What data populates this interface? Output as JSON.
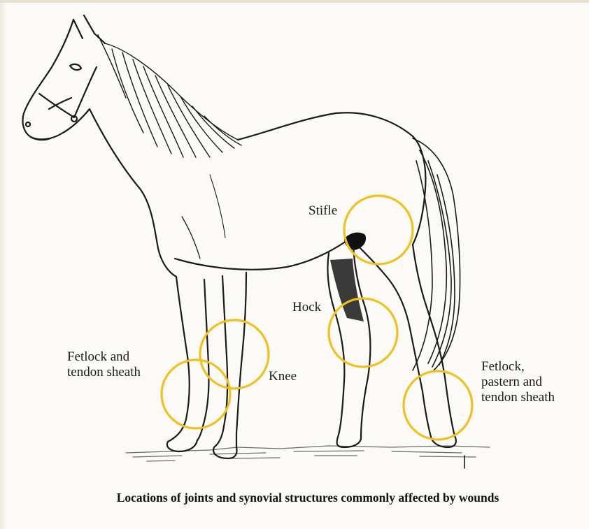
{
  "figure": {
    "caption": "Locations of joints and synovial structures commonly affected by wounds",
    "highlight_color": "#f0c020",
    "line_color": "#1a1a1a"
  },
  "labels": {
    "stifle": "Stifle",
    "hock": "Hock",
    "knee": "Knee",
    "fetlock_front_line1": "Fetlock and",
    "fetlock_front_line2": "tendon sheath",
    "fetlock_hind_line1": "Fetlock,",
    "fetlock_hind_line2": "pastern and",
    "fetlock_hind_line3": "tendon sheath"
  }
}
